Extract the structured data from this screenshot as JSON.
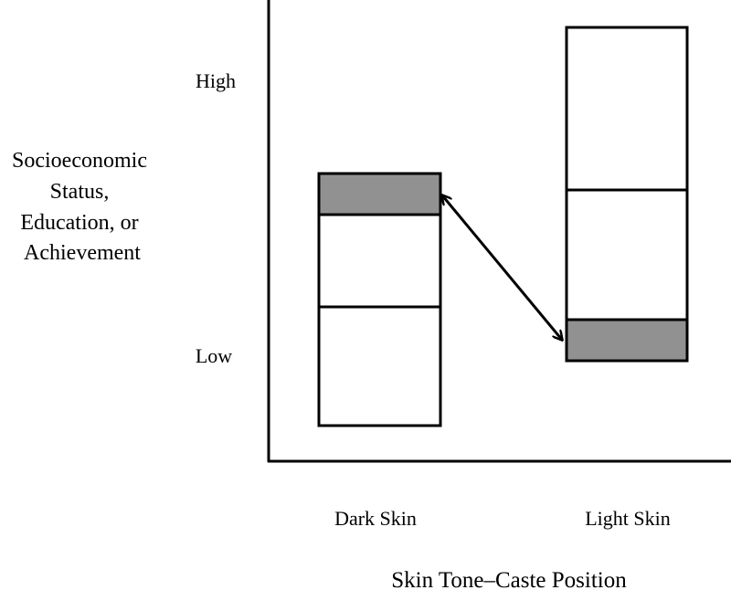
{
  "colors": {
    "line": "#000000",
    "highlight": "#919191",
    "background": "#ffffff"
  },
  "y_axis": {
    "label_lines": [
      "Socioeconomic",
      "Status,",
      "Education, or",
      "Achievement"
    ],
    "tick_high": "High",
    "tick_low": "Low"
  },
  "x_axis": {
    "title": "Skin Tone–Caste Position",
    "categories": [
      "Dark Skin",
      "Light Skin"
    ]
  },
  "groups": [
    {
      "name": "Dark Skin",
      "segments": [
        {
          "tier": "top",
          "highlighted": true
        },
        {
          "tier": "middle",
          "highlighted": false
        },
        {
          "tier": "bottom",
          "highlighted": false
        }
      ]
    },
    {
      "name": "Light Skin",
      "segments": [
        {
          "tier": "top",
          "highlighted": false
        },
        {
          "tier": "middle",
          "highlighted": false
        },
        {
          "tier": "bottom",
          "highlighted": true
        }
      ]
    }
  ],
  "connector": {
    "type": "double-headed-arrow",
    "from": "Dark Skin top segment",
    "to": "Light Skin bottom segment"
  }
}
